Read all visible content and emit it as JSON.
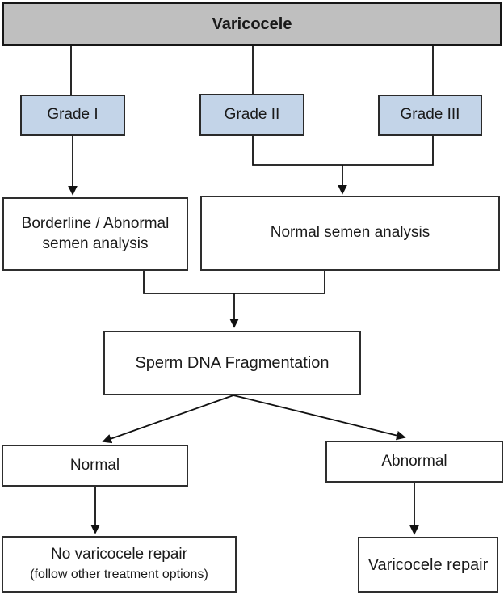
{
  "diagram": {
    "nodes": {
      "varicocele": {
        "label": "Varicocele"
      },
      "grade1": {
        "label": "Grade I"
      },
      "grade2": {
        "label": "Grade II"
      },
      "grade3": {
        "label": "Grade III"
      },
      "borderline": {
        "line1": "Borderline / Abnormal",
        "line2": "semen analysis"
      },
      "normal_semen": {
        "label": "Normal semen analysis"
      },
      "sdf": {
        "label": "Sperm DNA Fragmentation"
      },
      "normal": {
        "label": "Normal"
      },
      "abnormal": {
        "label": "Abnormal"
      },
      "no_repair": {
        "line1": "No varicocele repair",
        "line2": "(follow other treatment options)"
      },
      "repair": {
        "label": "Varicocele repair"
      }
    },
    "edges": [
      {
        "from": "Varicocele",
        "to": "Grade I",
        "arrow": false
      },
      {
        "from": "Varicocele",
        "to": "Grade II",
        "arrow": false
      },
      {
        "from": "Varicocele",
        "to": "Grade III",
        "arrow": false
      },
      {
        "from": "Grade I",
        "to": "Borderline / Abnormal semen analysis",
        "arrow": true
      },
      {
        "from": "Grade II + Grade III (merged)",
        "to": "Normal semen analysis",
        "arrow": true
      },
      {
        "from": "Borderline / Abnormal semen analysis + Normal semen analysis (merged)",
        "to": "Sperm DNA Fragmentation",
        "arrow": true
      },
      {
        "from": "Sperm DNA Fragmentation",
        "to": "Normal",
        "arrow": true
      },
      {
        "from": "Sperm DNA Fragmentation",
        "to": "Abnormal",
        "arrow": true
      },
      {
        "from": "Normal",
        "to": "No varicocele repair (follow other treatment options)",
        "arrow": true
      },
      {
        "from": "Abnormal",
        "to": "Varicocele repair",
        "arrow": true
      }
    ],
    "colors": {
      "header_fill": "#bfbfbf",
      "grade_fill": "#c3d4e8",
      "box_fill": "#ffffff",
      "box_border": "#2e2e2e",
      "line": "#111111",
      "text": "#1a1a1a",
      "background": "#ffffff"
    }
  }
}
